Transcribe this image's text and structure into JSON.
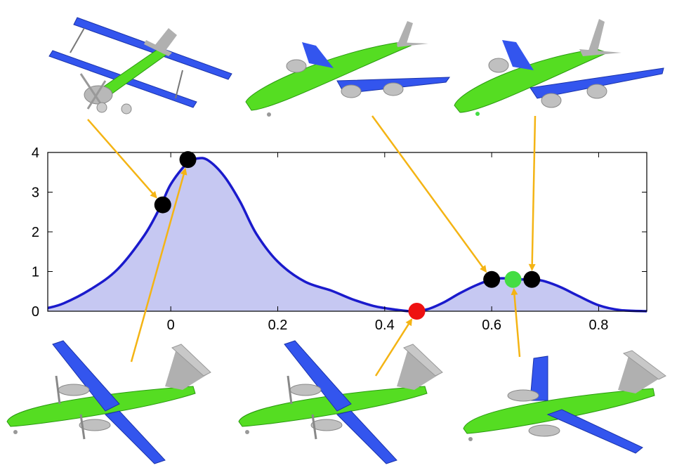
{
  "chart_data": {
    "type": "area",
    "title": "",
    "xlabel": "",
    "ylabel": "",
    "xlim": [
      -0.23,
      0.89
    ],
    "ylim": [
      0,
      4
    ],
    "x_ticks": [
      "0",
      "0.2",
      "0.4",
      "0.6",
      "0.8"
    ],
    "x_tick_values": [
      0,
      0.2,
      0.4,
      0.6,
      0.8
    ],
    "y_ticks": [
      "0",
      "1",
      "2",
      "3",
      "4"
    ],
    "y_tick_values": [
      0,
      1,
      2,
      3,
      4
    ],
    "grid": false,
    "series": [
      {
        "x": [
          -0.23,
          -0.2,
          -0.15,
          -0.1,
          -0.05,
          -0.02,
          0.0,
          0.03,
          0.05,
          0.07,
          0.1,
          0.13,
          0.16,
          0.2,
          0.25,
          0.3,
          0.34,
          0.38,
          0.42,
          0.45,
          0.48,
          0.51,
          0.54,
          0.57,
          0.6,
          0.62,
          0.64,
          0.66,
          0.68,
          0.7,
          0.73,
          0.76,
          0.8,
          0.84,
          0.89
        ],
        "y": [
          0.08,
          0.2,
          0.55,
          1.05,
          1.9,
          2.62,
          3.2,
          3.72,
          3.85,
          3.8,
          3.4,
          2.75,
          1.95,
          1.25,
          0.75,
          0.52,
          0.3,
          0.13,
          0.04,
          0.0,
          0.05,
          0.22,
          0.45,
          0.65,
          0.8,
          0.83,
          0.82,
          0.8,
          0.8,
          0.75,
          0.6,
          0.4,
          0.15,
          0.03,
          0.0
        ]
      }
    ],
    "markers": [
      {
        "x": -0.015,
        "y": 2.68,
        "color": "#000000"
      },
      {
        "x": 0.032,
        "y": 3.82,
        "color": "#000000"
      },
      {
        "x": 0.46,
        "y": 0.0,
        "color": "#ee1111"
      },
      {
        "x": 0.6,
        "y": 0.8,
        "color": "#000000"
      },
      {
        "x": 0.64,
        "y": 0.8,
        "color": "#44dd44"
      },
      {
        "x": 0.675,
        "y": 0.8,
        "color": "#000000"
      }
    ],
    "colors": {
      "line": "#1a1acc",
      "fill": "#c6c8f2",
      "arrow": "#f4b414",
      "airplane_body": "#55dd22",
      "airplane_wing": "#3355ee",
      "airplane_part": "#b0b0b0"
    }
  },
  "thumbnails": [
    {
      "icon": "biplane-icon",
      "target_marker": 0
    },
    {
      "icon": "airliner-icon",
      "target_marker": 3
    },
    {
      "icon": "airliner-icon",
      "target_marker": 5
    },
    {
      "icon": "turboprop-icon",
      "target_marker": 1
    },
    {
      "icon": "turboprop-icon",
      "target_marker": 2
    },
    {
      "icon": "turboprop-icon",
      "target_marker": 4
    }
  ]
}
